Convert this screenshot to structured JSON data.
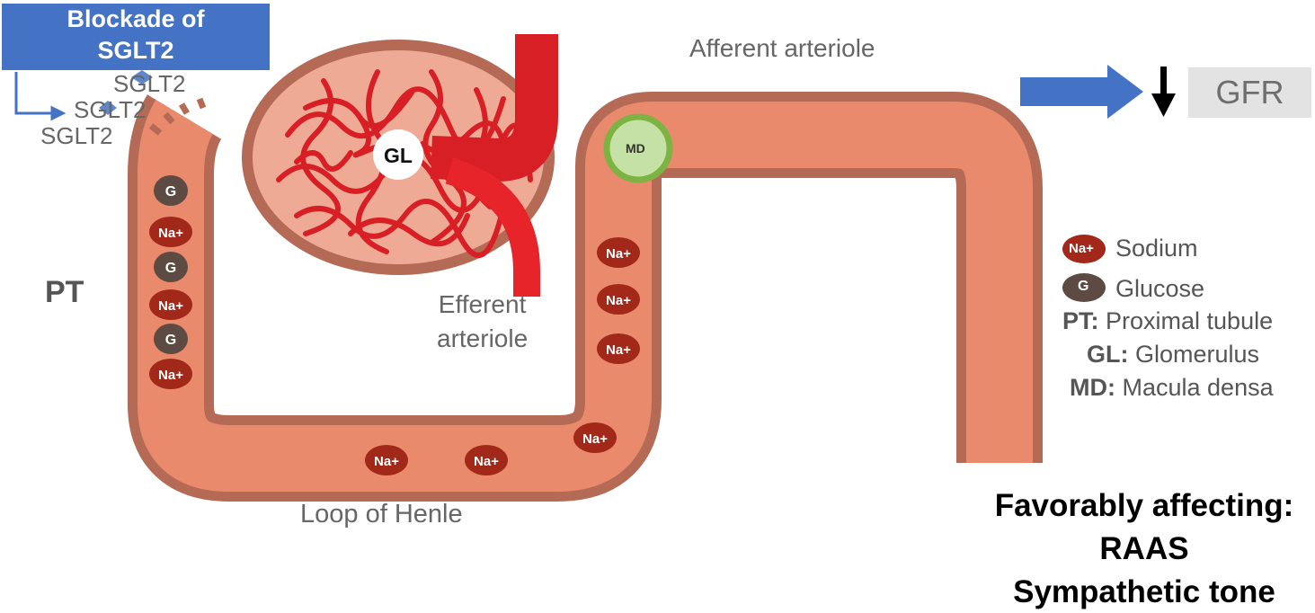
{
  "colors": {
    "tubule_fill": "#e98a6c",
    "tubule_wall": "#b46a55",
    "capsule_fill": "#eeaa95",
    "vessel": "#d81f26",
    "sodium": "#a2281a",
    "glucose": "#5d4b43",
    "macula_densa": "#7cb342",
    "accent_blue": "#4472c4",
    "gfr_box": "#e3e3e3"
  },
  "blockade": {
    "line1": "Blockade of",
    "line2": "SGLT2"
  },
  "sglt2_labels": [
    "SGLT2",
    "SGLT2",
    "SGLT2"
  ],
  "markers": {
    "glomerulus": "GL",
    "macula_densa": "MD",
    "sodium": "Na+",
    "glucose": "G"
  },
  "labels": {
    "afferent": "Afferent arteriole",
    "efferent_line1": "Efferent",
    "efferent_line2": "arteriole",
    "pt": "PT",
    "loop": "Loop of Henle"
  },
  "gfr": {
    "arrow_icon": "down-arrow-icon",
    "label": "GFR"
  },
  "legend": [
    {
      "icon": "sodium-icon",
      "text": "Sodium"
    },
    {
      "icon": "glucose-icon",
      "text": "Glucose"
    },
    {
      "key": "PT:",
      "text": "Proximal tubule"
    },
    {
      "key": "GL:",
      "text": "Glomerulus"
    },
    {
      "key": "MD:",
      "text": "Macula densa"
    }
  ],
  "effects": {
    "heading": "Favorably affecting:",
    "items": [
      "RAAS",
      "Sympathetic tone"
    ]
  }
}
